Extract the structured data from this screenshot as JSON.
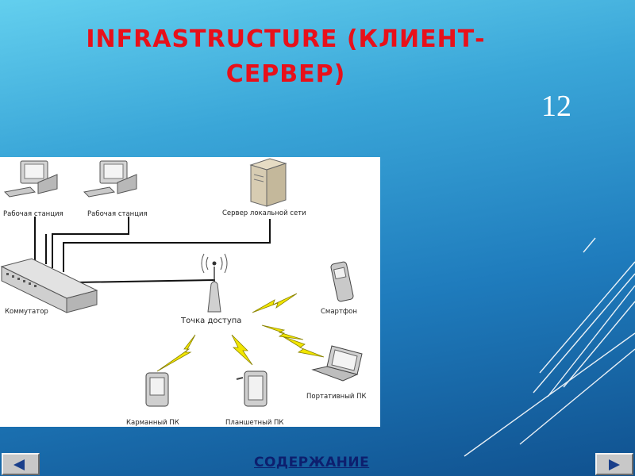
{
  "slide": {
    "title": "INFRASTRUCTURE (КЛИЕНТ-СЕРВЕР)",
    "number": "12"
  },
  "diagram": {
    "labels": {
      "workstation_1": "Рабочая станция",
      "workstation_2": "Рабочая станция",
      "server": "Сервер локальной сети",
      "switch": "Коммутатор",
      "access_point": "Точка доступа",
      "smartphone": "Смартфон",
      "laptop": "Портативный ПК",
      "pocket_pc": "Карманный ПК",
      "tablet": "Планшетный ПК"
    }
  },
  "footer": {
    "contents_link": "СОДЕРЖАНИЕ",
    "prev_icon": "arrow-left",
    "next_icon": "arrow-right"
  },
  "colors": {
    "title": "#e8101a",
    "background_top": "#63cfee",
    "background_bottom": "#10518f",
    "nav_arrow": "#1a3f8a",
    "link": "#0d1f6e",
    "lightning": "#f2e600"
  }
}
